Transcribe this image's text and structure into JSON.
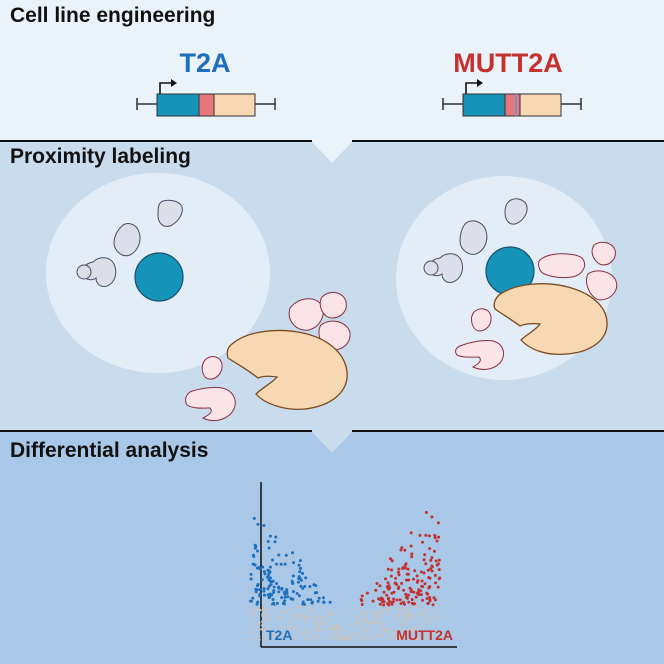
{
  "panels": {
    "cell_line": {
      "title": "Cell line engineering",
      "construct_left": "T2A",
      "construct_right": "MUTT2A"
    },
    "proximity": {
      "title": "Proximity labeling"
    },
    "differential": {
      "title": "Differential analysis",
      "x_left_label": "T2A",
      "x_right_label": "MUTT2A"
    }
  },
  "colors": {
    "panel1_bg": "#eaf2fa",
    "panel2_bg": "#c9dcee",
    "panel3_bg": "#a9c7e6",
    "t2a_blue": "#1f6fbf",
    "mutt2a_red": "#c4312f",
    "nucleus_teal": "#1593b9",
    "promoter_pink": "#e7767d",
    "peach": "#f8d7b3",
    "grey_protein": "#dcdfea",
    "pink_protein": "#fbe4e8",
    "cell_fill": "#e3edf7"
  },
  "icons": [
    "promoter-arrow-icon",
    "nucleus-icon",
    "bait-protein-icon",
    "prey-protein-icon",
    "down-arrow-icon"
  ],
  "chart_data": {
    "type": "scatter",
    "title": "",
    "xlabel": "",
    "ylabel": "",
    "series": [
      {
        "name": "T2A",
        "color": "#1f6fbf",
        "side": "left"
      },
      {
        "name": "MUTT2A",
        "color": "#c4312f",
        "side": "right"
      }
    ],
    "grid": false
  }
}
